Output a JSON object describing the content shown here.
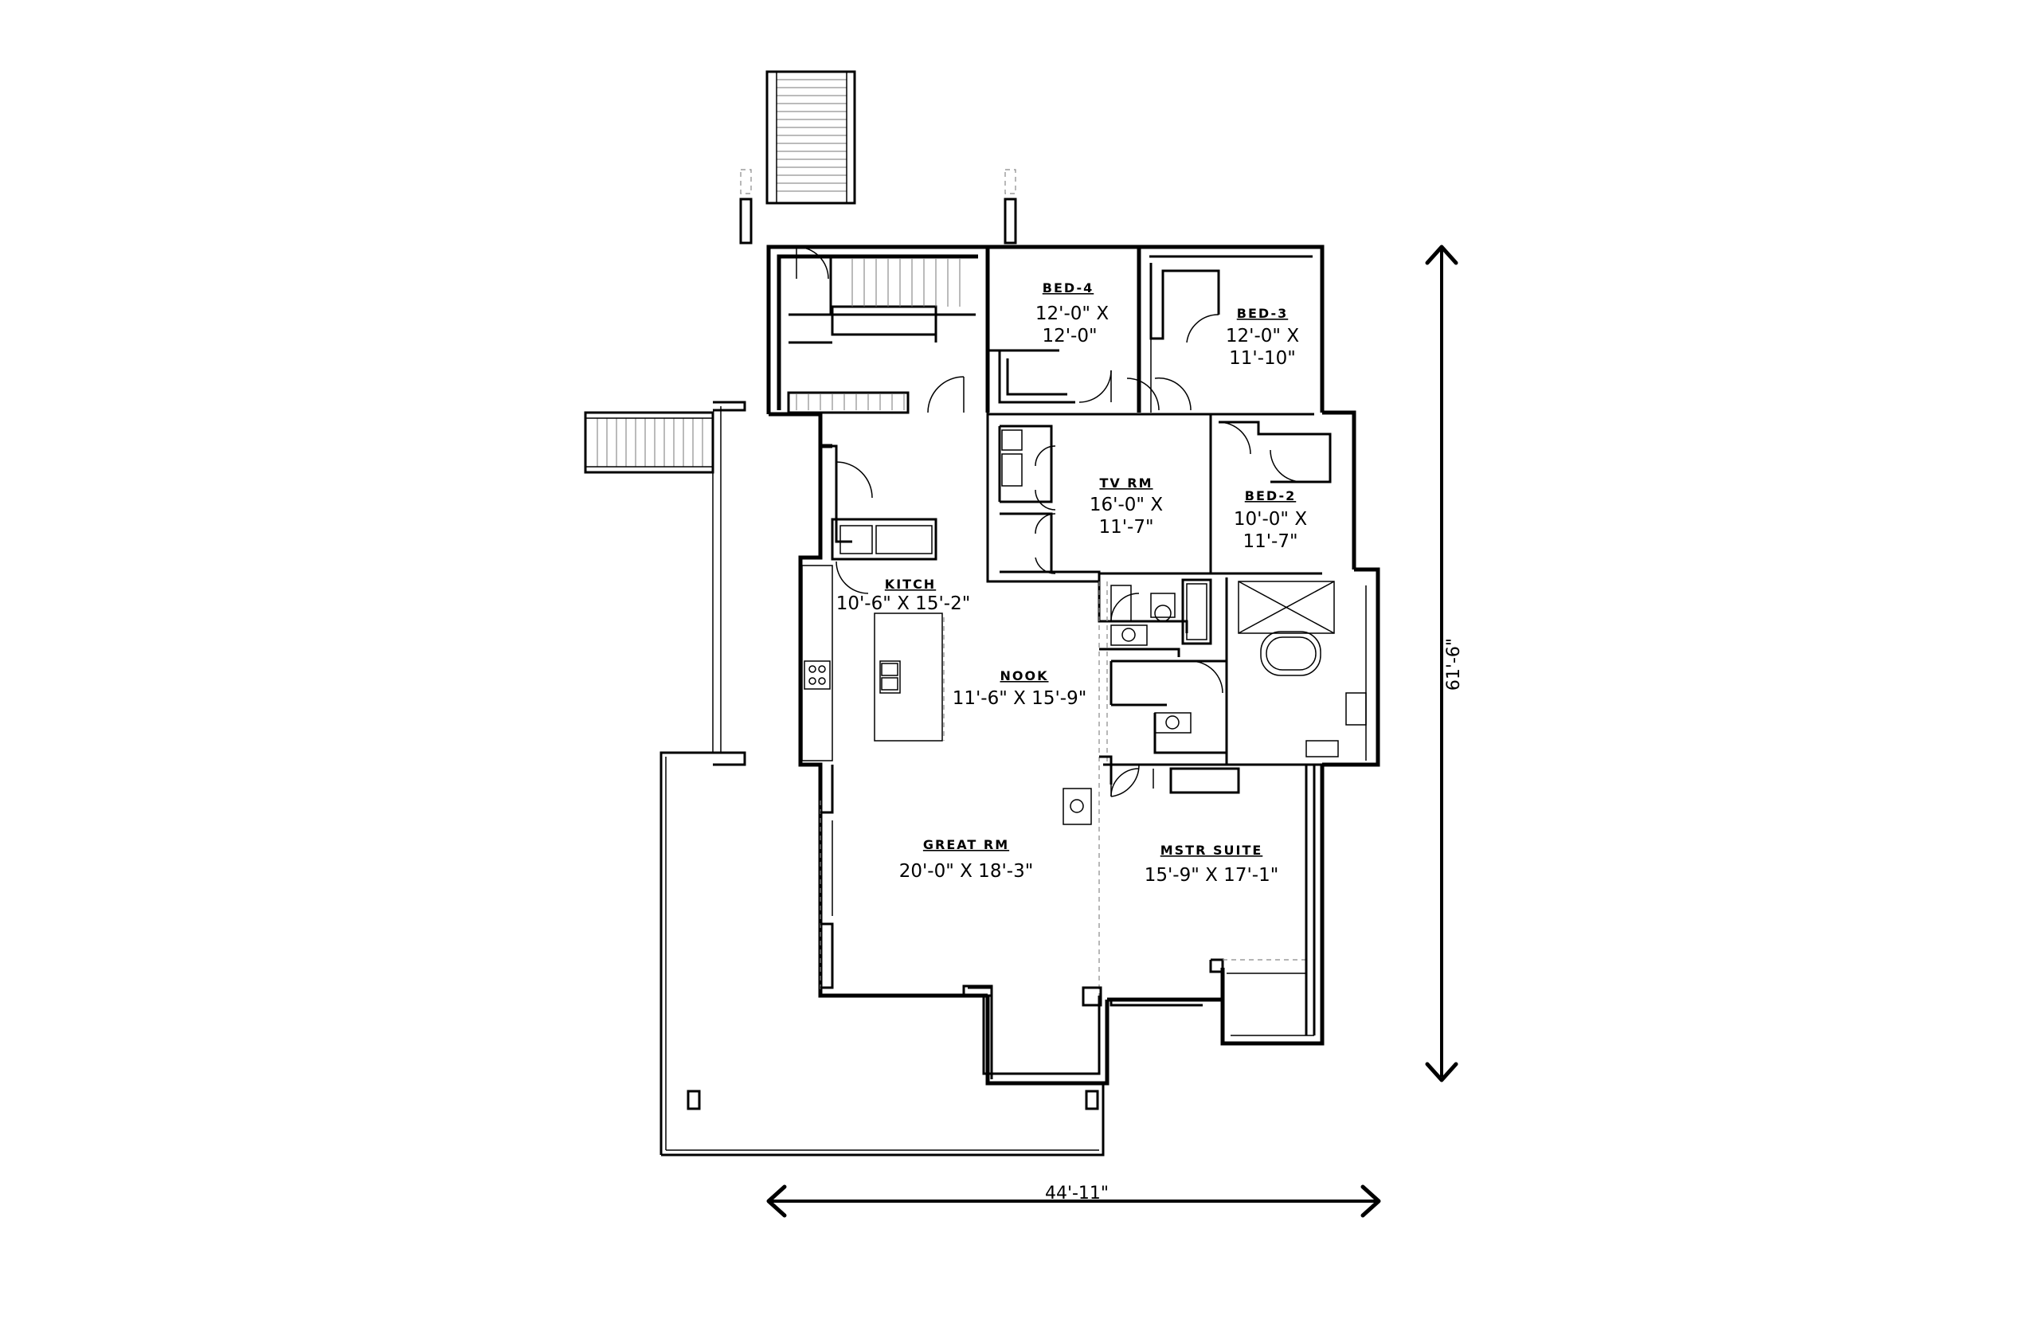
{
  "rooms": {
    "bed4": {
      "title": "BED-4",
      "size_line1": "12'-0\" X",
      "size_line2": "12'-0\""
    },
    "bed3": {
      "title": "BED-3",
      "size_line1": "12'-0\" X",
      "size_line2": "11'-10\""
    },
    "tvrm": {
      "title": "TV RM",
      "size_line1": "16'-0\" X",
      "size_line2": "11'-7\""
    },
    "bed2": {
      "title": "BED-2",
      "size_line1": "10'-0\" X",
      "size_line2": "11'-7\""
    },
    "kitch": {
      "title": "KITCH",
      "size": "10'-6\" X 15'-2\""
    },
    "nook": {
      "title": "NOOK",
      "size": "11'-6\" X 15'-9\""
    },
    "great": {
      "title": "GREAT RM",
      "size": "20'-0\" X 18'-3\""
    },
    "master": {
      "title": "MSTR SUITE",
      "size": "15'-9\" X 17'-1\""
    }
  },
  "dimensions": {
    "overall_width": "44'-11\"",
    "overall_depth": "61'-6\""
  },
  "colors": {
    "line": "#000000",
    "background": "#ffffff"
  }
}
